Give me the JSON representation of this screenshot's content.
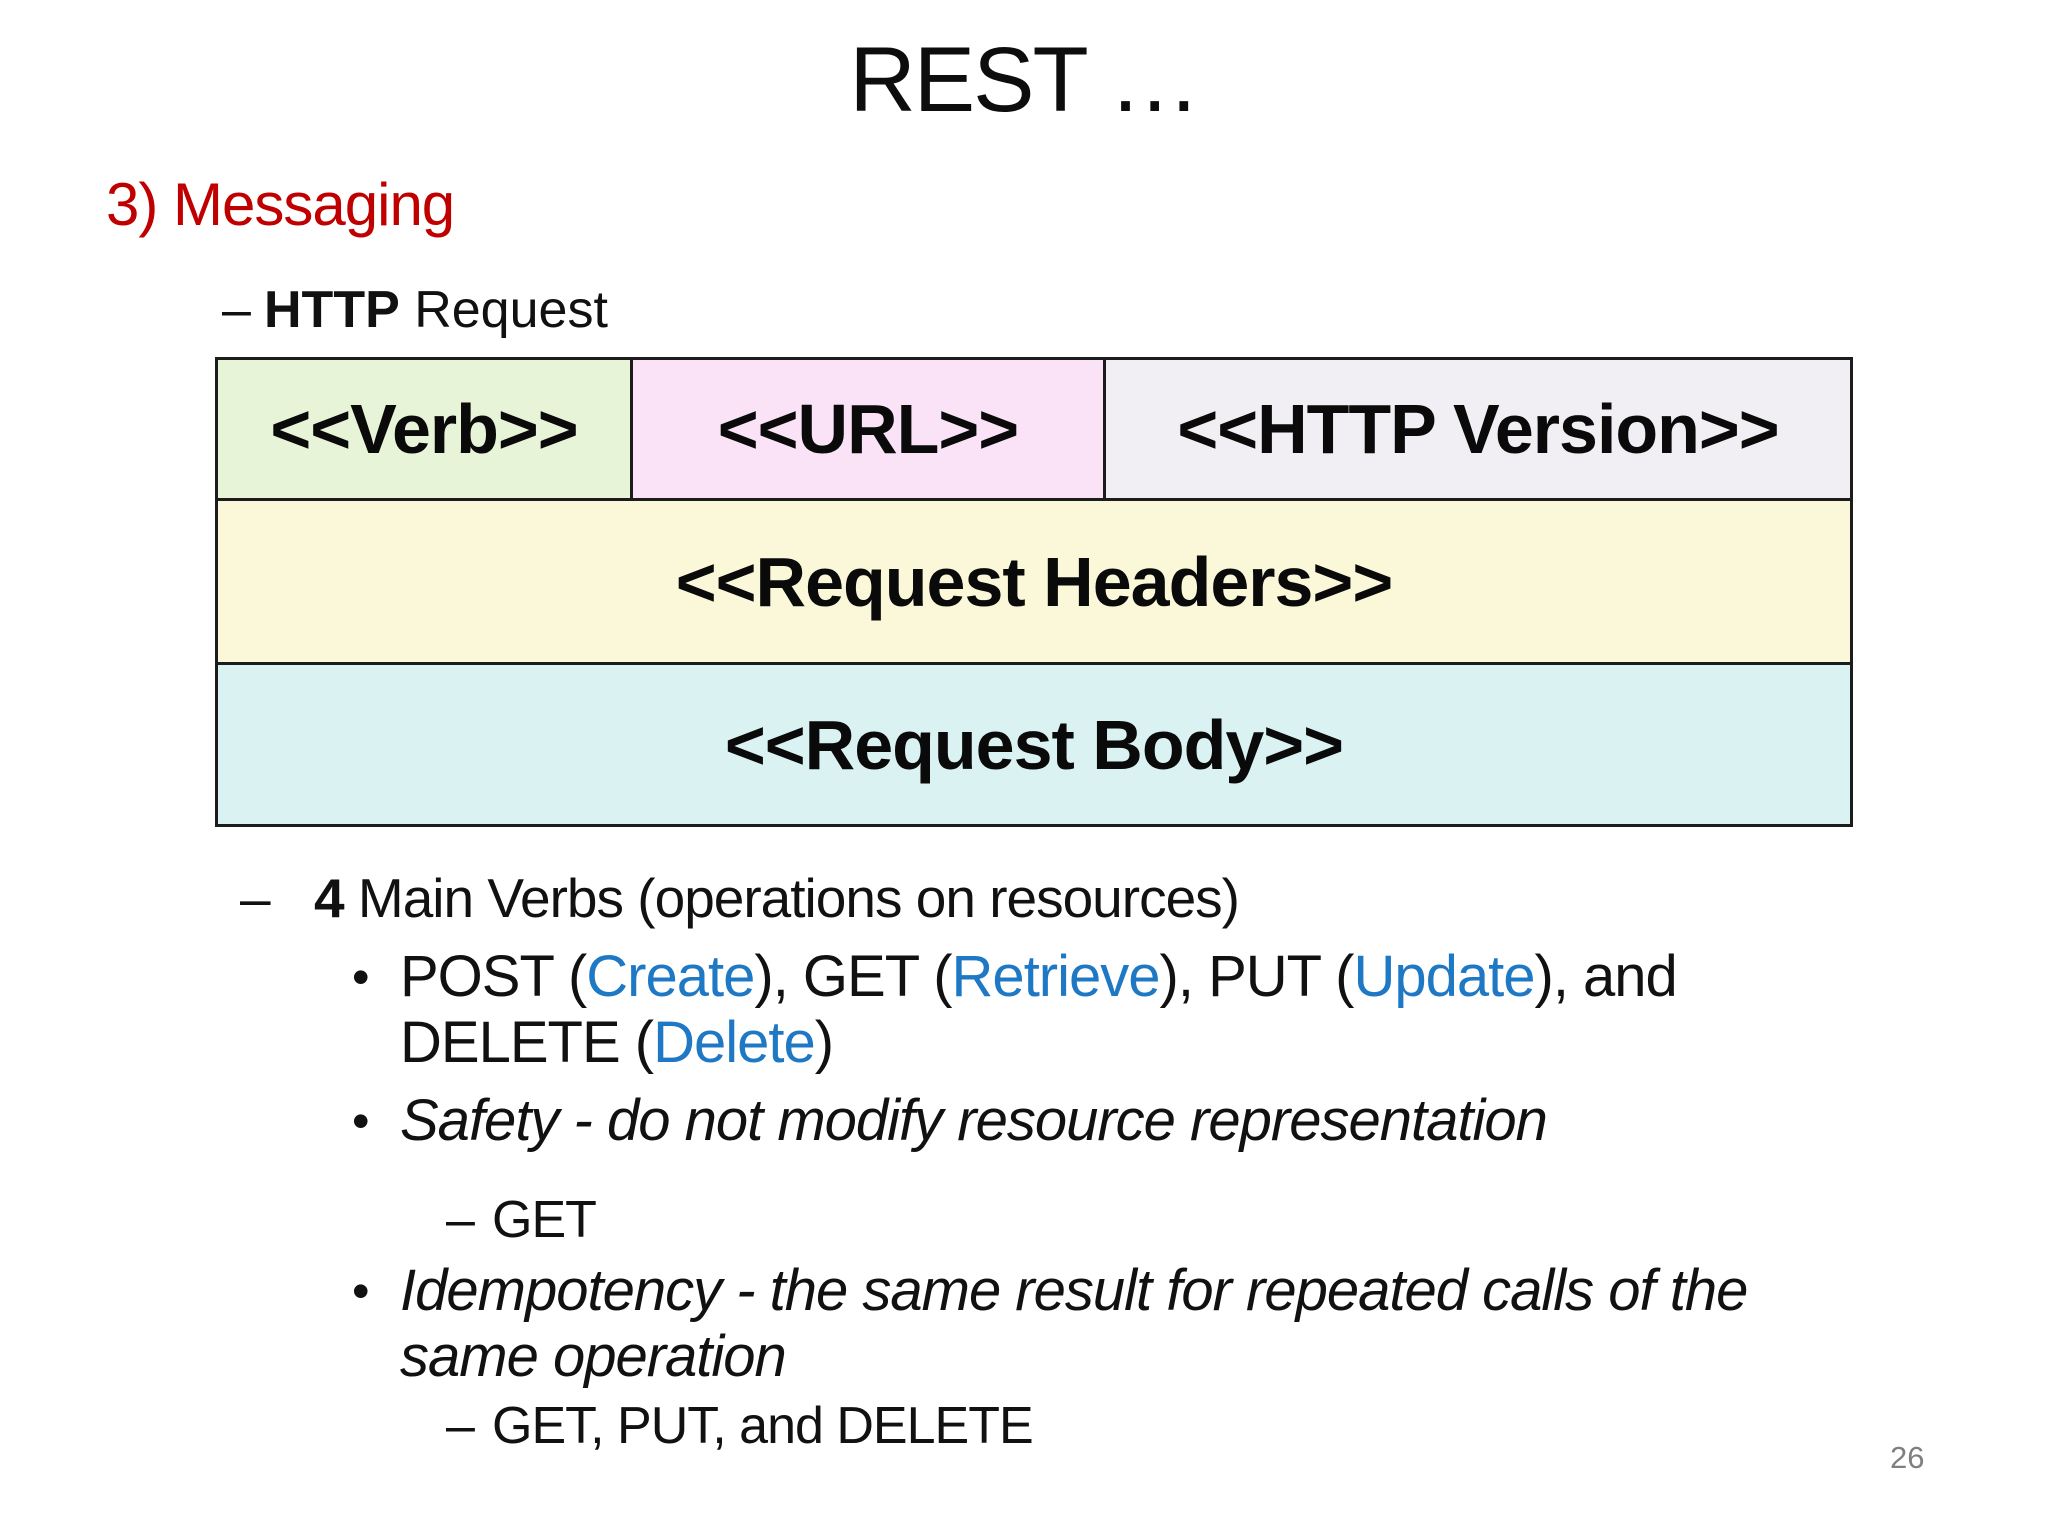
{
  "title": "REST …",
  "heading": "3) Messaging",
  "http_request": {
    "marker": "–",
    "bold": "HTTP",
    "text": " Request"
  },
  "diagram": {
    "verb": "<<Verb>>",
    "url": "<<URL>>",
    "http_version": "<<HTTP Version>>",
    "request_headers": "<<Request Headers>>",
    "request_body": "<<Request Body>>",
    "colors": {
      "verb_bg": "#e7f4d8",
      "url_bg": "#fae3f7",
      "http_version_bg": "#f1eff3",
      "request_headers_bg": "#fbf8da",
      "request_body_bg": "#daf3f2",
      "border": "#1c1c1c"
    }
  },
  "main_verbs": {
    "marker": "–",
    "bold": "4",
    "text": " Main Verbs (operations on resources)",
    "post_bullet": {
      "marker": "•",
      "line1": {
        "s0": "POST (",
        "create": "Create",
        "s1": "), GET (",
        "retrieve": "Retrieve",
        "s2": "), PUT (",
        "update": "Update",
        "s3": "), and"
      },
      "line2": {
        "s0": "DELETE (",
        "delete": "Delete",
        "s1": ")"
      }
    },
    "safety_bullet": {
      "marker": "•",
      "text": "Safety - do not modify resource representation",
      "sub": {
        "marker": "–",
        "text": "GET"
      }
    },
    "idempotency_bullet": {
      "marker": "•",
      "line1": "Idempotency - the same result for repeated calls of the",
      "line2": "same operation",
      "sub": {
        "marker": "–",
        "text": "GET, PUT, and DELETE"
      }
    }
  },
  "page_number": "26",
  "colors": {
    "heading_red": "#c00000",
    "link_blue": "#1e78c4",
    "page_number_gray": "#7f7f7f",
    "text_black": "#111111",
    "background": "#ffffff"
  }
}
